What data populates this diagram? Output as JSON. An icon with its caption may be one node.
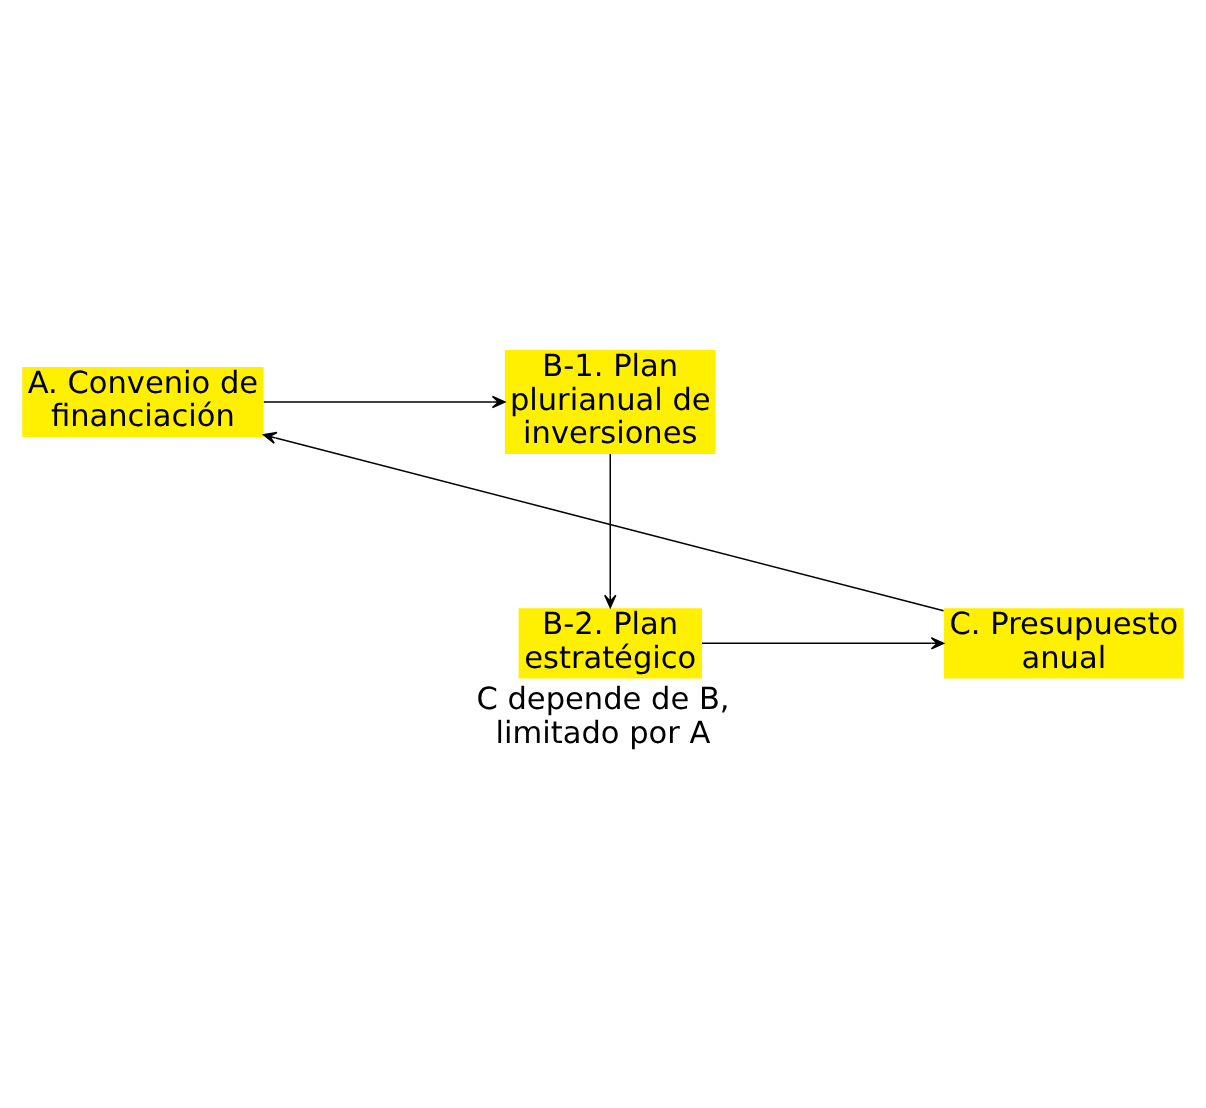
{
  "diagram": {
    "caption": "C depende de B, limitado por A",
    "nodes": [
      {
        "text": [
          "A. Convenio de financiación"
        ]
      },
      {
        "text": [
          "B-1. Plan plurianual de inversiones"
        ]
      },
      {
        "text": [
          "B-2. Plan estratégico"
        ]
      },
      {
        "text": [
          "C. Presupuesto anual"
        ]
      }
    ],
    "edges": [
      {
        "from": 0,
        "to": 1,
        "arrow": "to"
      },
      {
        "from": 1,
        "to": 2,
        "arrow": "to"
      },
      {
        "from": 2,
        "to": 3,
        "arrow": "to"
      },
      {
        "from": 3,
        "to": 0,
        "arrow": "to"
      }
    ]
  }
}
